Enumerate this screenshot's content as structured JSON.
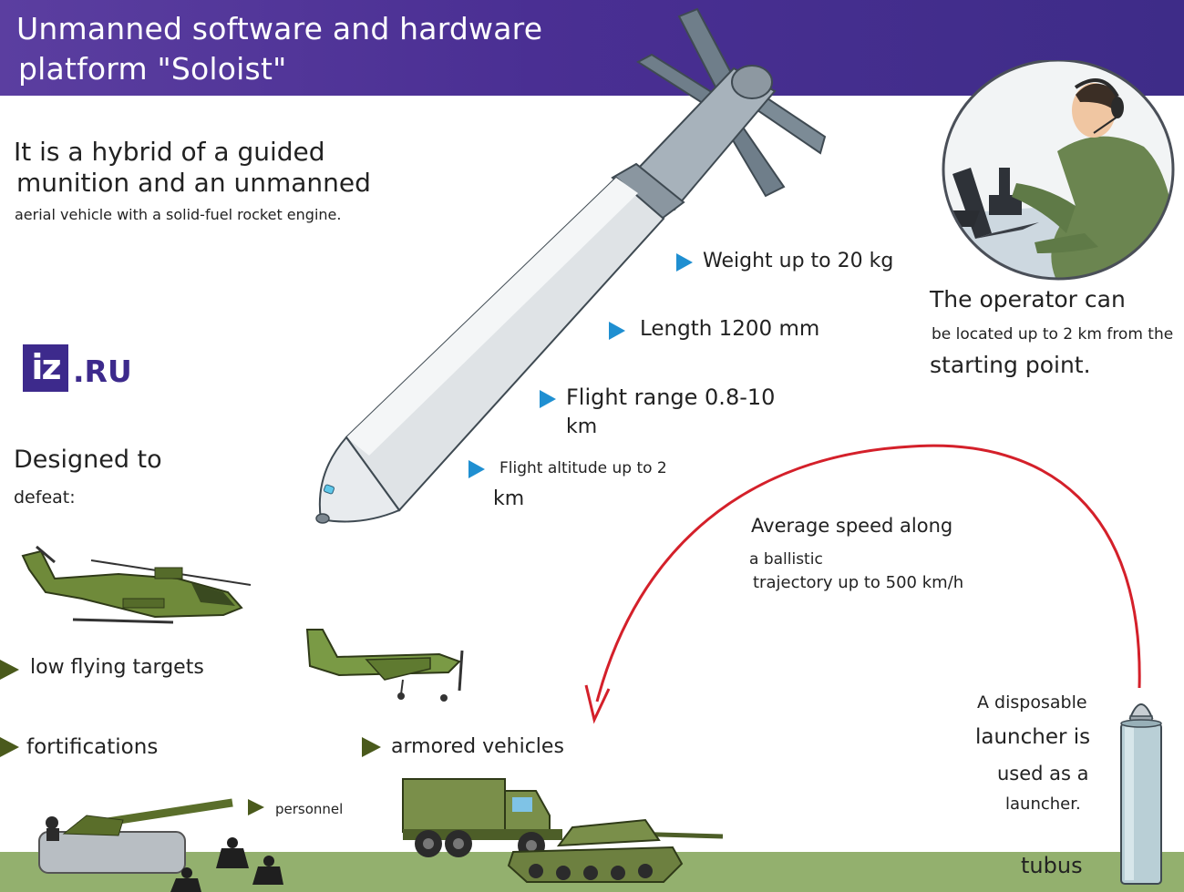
{
  "header": {
    "title_line1": "Unmanned software and hardware",
    "title_line2": "platform \"Soloist\""
  },
  "intro": {
    "line1": "It is a hybrid of a guided",
    "line2": "munition and an unmanned",
    "line3": "aerial vehicle with a solid-fuel rocket engine."
  },
  "logo": {
    "iz": "iz",
    "ru": ".RU",
    "color": "#3d2a8c"
  },
  "specs": {
    "weight": "Weight up to 20 kg",
    "length": "Length 1200 mm",
    "range_line1": "Flight range 0.8-10",
    "range_line2": "km",
    "altitude_line1": "Flight altitude up to 2",
    "altitude_line2": "km"
  },
  "operator": {
    "line1": "The operator can",
    "line2": "be located up to 2 km from the",
    "line3": "starting point."
  },
  "speed": {
    "line1": "Average speed along",
    "line2": "a ballistic",
    "line3": "trajectory up to 500 km/h"
  },
  "targets": {
    "heading_line1": "Designed to",
    "heading_line2": "defeat:",
    "low_flying": "low flying targets",
    "fortifications": "fortifications",
    "armored": "armored vehicles",
    "personnel": "personnel"
  },
  "launcher": {
    "line1": "A disposable",
    "line2": "launcher is",
    "line3": "used as a",
    "line4": "launcher.",
    "tubus": "tubus"
  },
  "colors": {
    "header": "#4a2f93",
    "accent_blue": "#1f8fd1",
    "olive": "#5f7a2c",
    "trajectory": "#d4202a",
    "ground": "#93b06e"
  }
}
